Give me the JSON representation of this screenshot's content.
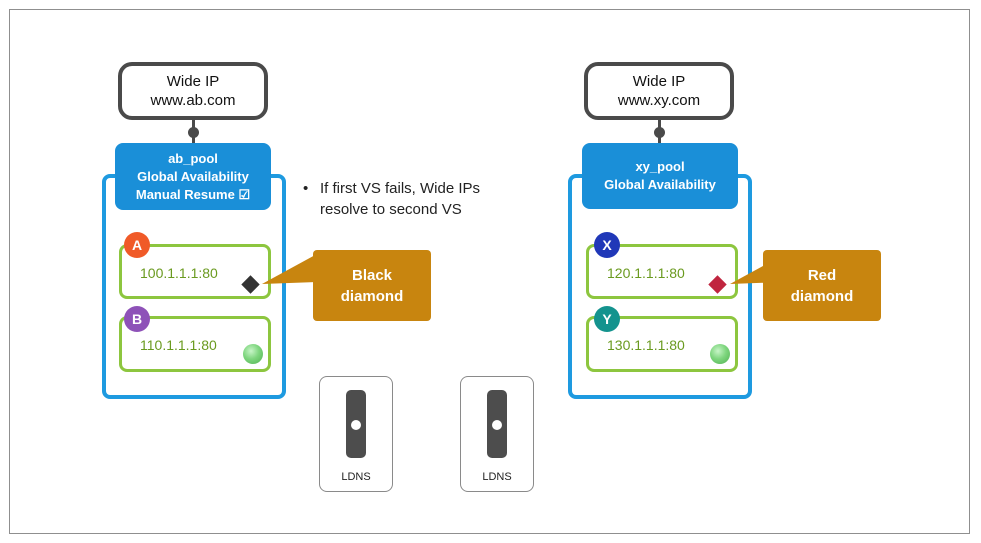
{
  "left": {
    "wide_ip": {
      "title": "Wide IP",
      "domain": "www.ab.com"
    },
    "pool": {
      "name": "ab_pool",
      "method": "Global Availability",
      "option": "Manual Resume ☑"
    },
    "members": [
      {
        "letter": "A",
        "ip": "100.1.1.1:80",
        "badge_color": "#f05a28",
        "status": "black-diamond"
      },
      {
        "letter": "B",
        "ip": "110.1.1.1:80",
        "badge_color": "#8e52b8",
        "status": "green-circle"
      }
    ],
    "callout": {
      "line1": "Black",
      "line2": "diamond"
    }
  },
  "right": {
    "wide_ip": {
      "title": "Wide IP",
      "domain": "www.xy.com"
    },
    "pool": {
      "name": "xy_pool",
      "method": "Global Availability"
    },
    "members": [
      {
        "letter": "X",
        "ip": "120.1.1.1:80",
        "badge_color": "#2038b8",
        "status": "red-diamond"
      },
      {
        "letter": "Y",
        "ip": "130.1.1.1:80",
        "badge_color": "#14938e",
        "status": "green-circle"
      }
    ],
    "callout": {
      "line1": "Red",
      "line2": "diamond"
    }
  },
  "note": {
    "bullet": "•",
    "line1": "If first VS fails, Wide IPs",
    "line2": "resolve to second VS"
  },
  "ldns": [
    {
      "label": "LDNS"
    },
    {
      "label": "LDNS"
    }
  ],
  "colors": {
    "pool_blue": "#1a8fd8",
    "vs_green": "#8dc63f",
    "callout_orange": "#c8850f",
    "black_diamond": "#333333",
    "red_diamond": "#c0253f"
  }
}
